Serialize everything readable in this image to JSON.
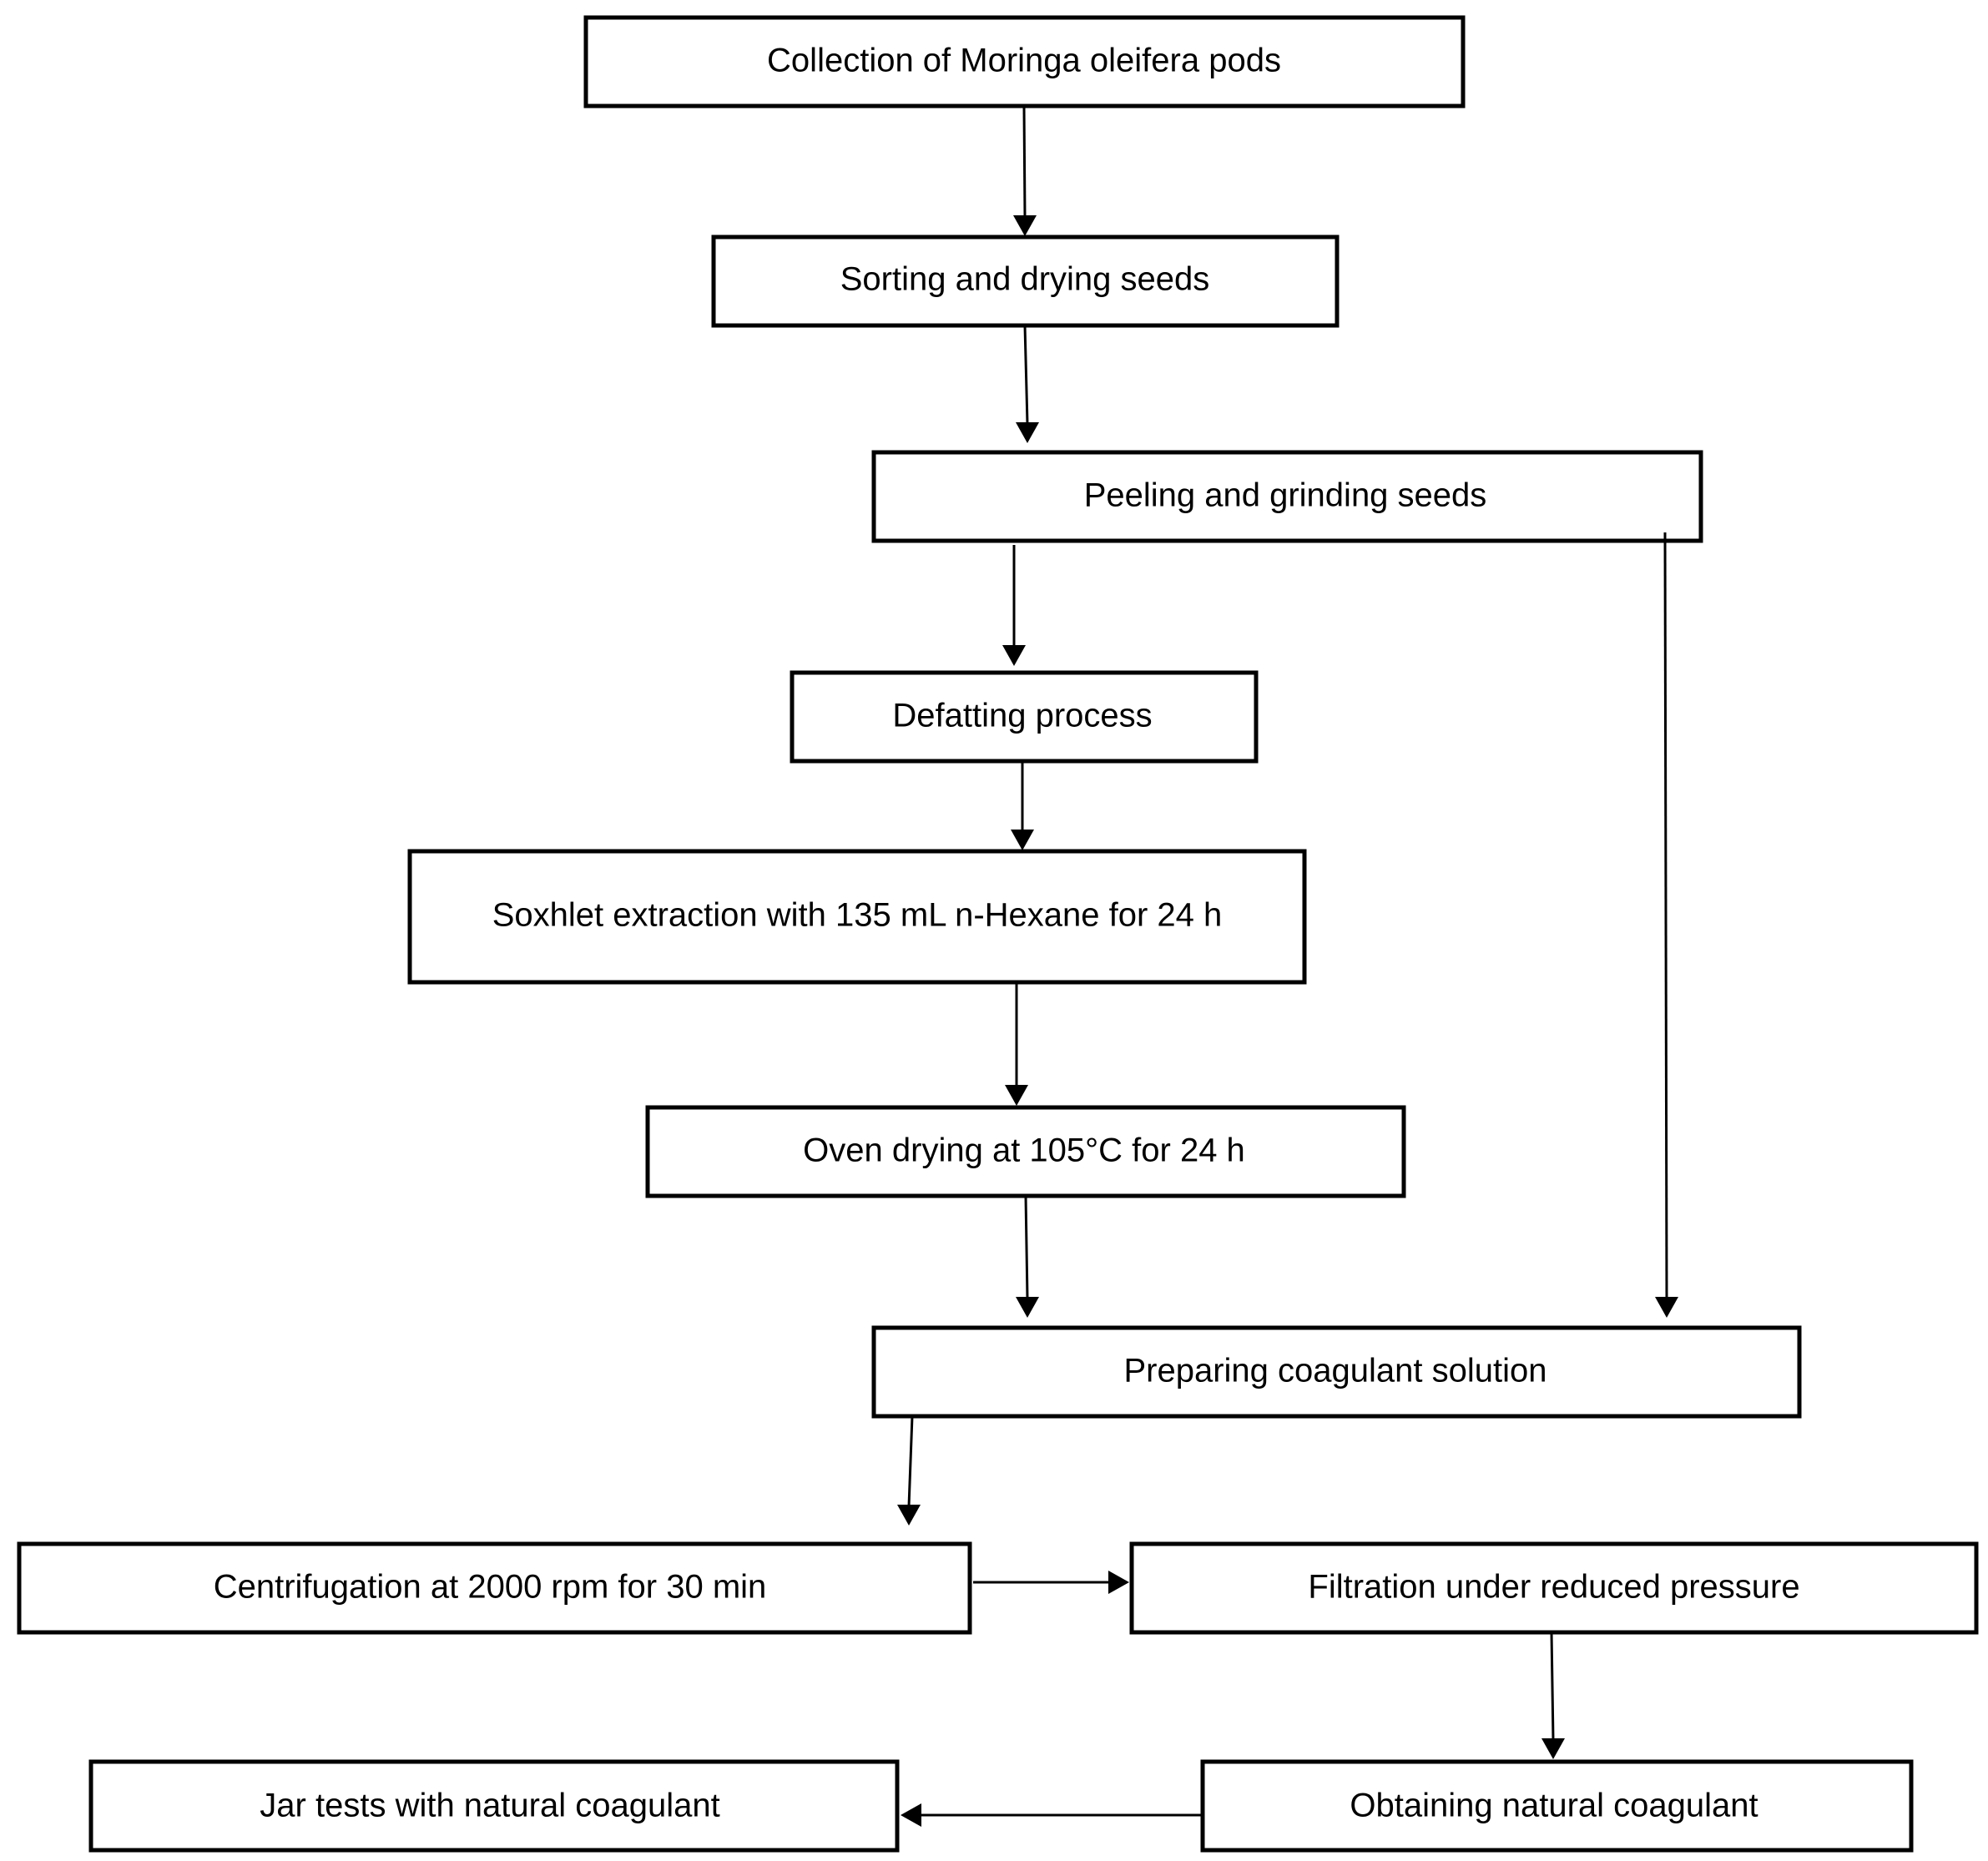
{
  "steps": {
    "collection": "Collection of Moringa oleifera pods",
    "sorting": "Sorting and drying seeds",
    "peeling": "Peeling and grinding seeds",
    "defatting": "Defatting process",
    "soxhlet": "Soxhlet extraction with 135 mL n-Hexane for 24 h",
    "oven": "Oven drying at 105°C for 24 h",
    "preparing": "Preparing coagulant solution",
    "centrifugation": "Centrifugation at 2000 rpm for 30 min",
    "filtration": "Filtration under reduced pressure",
    "obtaining": "Obtaining natural coagulant",
    "jar_tests": "Jar tests with natural coagulant"
  },
  "colors": {
    "stroke": "#000000",
    "background": "#ffffff",
    "text": "#000000"
  }
}
